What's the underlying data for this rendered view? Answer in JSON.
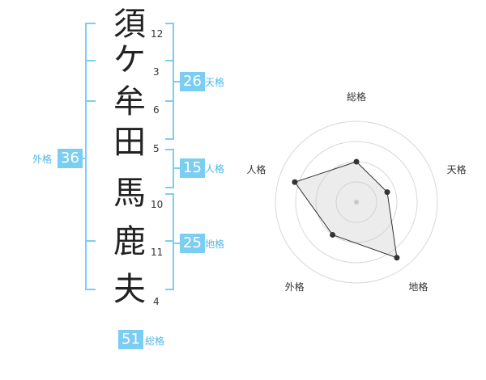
{
  "name_chars": [
    {
      "char": "須",
      "strokes": "12"
    },
    {
      "char": "ケ",
      "strokes": "3"
    },
    {
      "char": "牟",
      "strokes": "6"
    },
    {
      "char": "田",
      "strokes": "5"
    },
    {
      "char": "馬",
      "strokes": "10"
    },
    {
      "char": "鹿",
      "strokes": "11"
    },
    {
      "char": "夫",
      "strokes": "4"
    }
  ],
  "fortunes": {
    "tenkaku": {
      "value": "26",
      "label": "天格"
    },
    "jinkaku": {
      "value": "15",
      "label": "人格"
    },
    "chikaku": {
      "value": "25",
      "label": "地格"
    },
    "gaikaku": {
      "value": "36",
      "label": "外格"
    },
    "soukaku": {
      "value": "51",
      "label": "総格"
    }
  },
  "colors": {
    "accent": "#7ccdf2",
    "accent_text": "#4db8e8",
    "bracket": "#7ccdf2"
  },
  "chart_data": {
    "type": "radar",
    "axes": [
      "総格",
      "天格",
      "地格",
      "外格",
      "人格"
    ],
    "values": [
      0.5,
      0.4,
      0.85,
      0.5,
      0.8
    ],
    "max": 1,
    "rings": 4
  }
}
